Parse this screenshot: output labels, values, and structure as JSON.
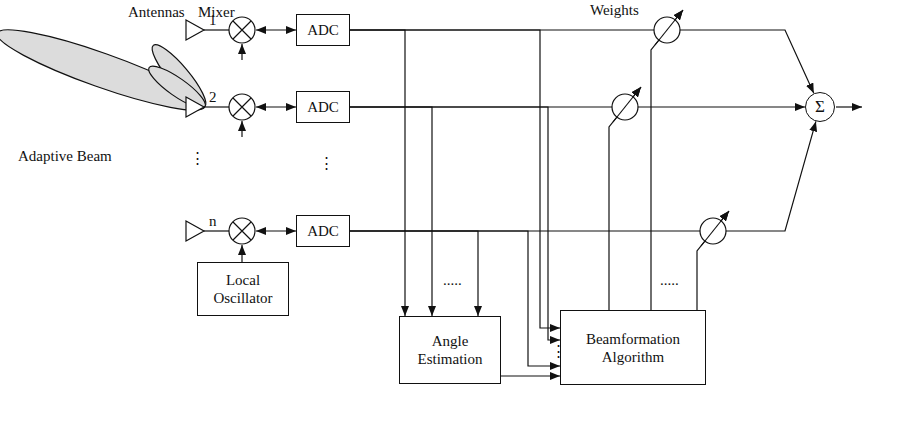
{
  "diagram": {
    "nodes": [
      {
        "text": [
          "ADC"
        ]
      },
      {
        "text": [
          "ADC"
        ]
      },
      {
        "text": [
          "ADC"
        ]
      },
      {
        "text": [
          "Local Oscillator"
        ]
      },
      {
        "text": [
          "Angle Estimation"
        ]
      },
      {
        "text": [
          "Beamformation Algorithm"
        ]
      },
      {
        "text": [
          "Σ"
        ]
      }
    ],
    "edges": [
      {
        "from": 0,
        "to": 4,
        "arrow": "to"
      },
      {
        "from": 1,
        "to": 4,
        "arrow": "to"
      },
      {
        "from": 2,
        "to": 4,
        "arrow": "to"
      },
      {
        "from": 0,
        "to": 5,
        "arrow": "to"
      },
      {
        "from": 1,
        "to": 5,
        "arrow": "to"
      },
      {
        "from": 2,
        "to": 5,
        "arrow": "to"
      },
      {
        "from": 4,
        "to": 5,
        "arrow": "to"
      },
      {
        "from": 0,
        "to": 6,
        "arrow": "to"
      },
      {
        "from": 1,
        "to": 6,
        "arrow": "to"
      },
      {
        "from": 2,
        "to": 6,
        "arrow": "to"
      }
    ],
    "labels": [
      "Antennas",
      "Mixer",
      "Weights",
      "Adaptive Beam",
      "1",
      "2",
      "n",
      "⋮",
      "⋮",
      ".....",
      "⋮",
      "....."
    ]
  }
}
